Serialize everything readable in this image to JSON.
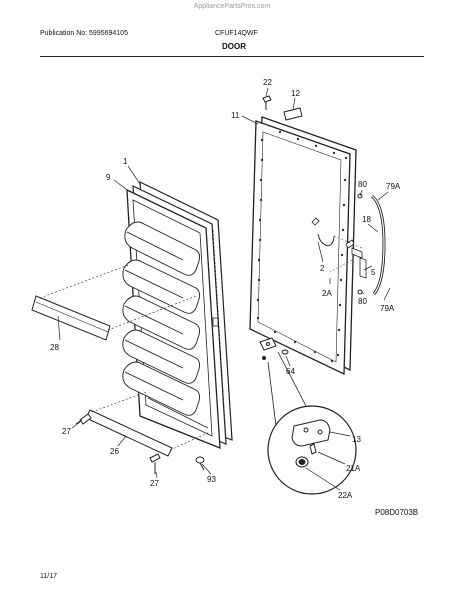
{
  "header": {
    "watermark": "AppliancePartsPros.com",
    "publication": "Publication No: 5995694105",
    "model": "CFUF14QWF",
    "section": "DOOR"
  },
  "footer": {
    "diagram_code": "P08D0703B",
    "page_date": "11/17"
  },
  "callouts": {
    "c1": "1",
    "c9": "9",
    "c22": "22",
    "c12": "12",
    "c11": "11",
    "c80a": "80",
    "c79a": "79A",
    "c18": "18",
    "c2": "2",
    "c5": "5",
    "c2a": "2A",
    "c80b": "80",
    "c79b": "79A",
    "c28": "28",
    "c64": "64",
    "c27a": "27",
    "c26": "26",
    "c93": "93",
    "c27b": "27",
    "c13": "13",
    "c21a": "21A",
    "c22a": "22A"
  }
}
